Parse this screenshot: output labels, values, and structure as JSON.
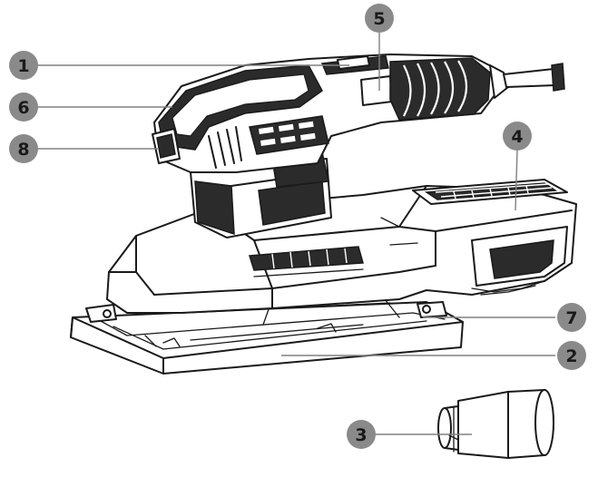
{
  "callouts": [
    {
      "id": "c1",
      "number": "1"
    },
    {
      "id": "c2",
      "number": "2"
    },
    {
      "id": "c3",
      "number": "3"
    },
    {
      "id": "c4",
      "number": "4"
    },
    {
      "id": "c5",
      "number": "5"
    },
    {
      "id": "c6",
      "number": "6"
    },
    {
      "id": "c7",
      "number": "7"
    },
    {
      "id": "c8",
      "number": "8"
    }
  ]
}
